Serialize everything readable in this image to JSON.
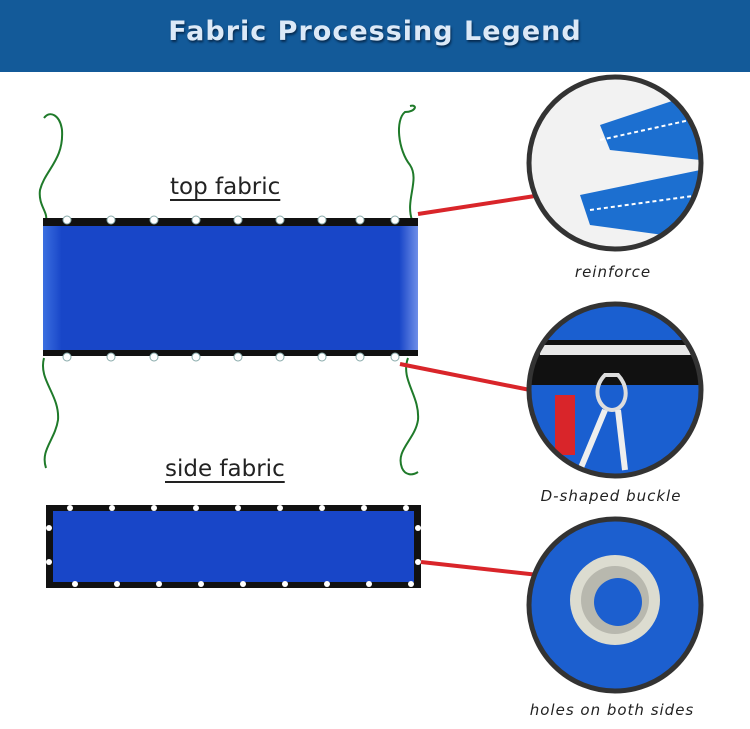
{
  "header": {
    "title": "Fabric Processing Legend"
  },
  "labels": {
    "top_fabric": "top fabric",
    "side_fabric": "side fabric"
  },
  "details": [
    {
      "caption": "reinforce"
    },
    {
      "caption": "D-shaped buckle"
    },
    {
      "caption": "holes on both sides"
    }
  ],
  "colors": {
    "header": "#135a99",
    "fabric": "#1846c8",
    "rope": "#1f7a2a",
    "pointer": "#d9252a"
  }
}
